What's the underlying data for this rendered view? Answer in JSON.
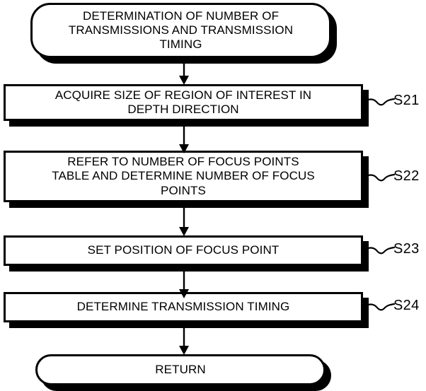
{
  "diagram": {
    "title": "Flowchart: determination of number of transmissions and transmission timing",
    "stroke_color": "#000000",
    "fill_color": "#ffffff",
    "background": "#ffffff"
  },
  "nodes": [
    {
      "id": "start",
      "shape": "terminal",
      "text": "DETERMINATION OF NUMBER OF\nTRANSMISSIONS AND TRANSMISSION\nTIMING",
      "step": ""
    },
    {
      "id": "s21",
      "shape": "process",
      "text": "ACQUIRE SIZE OF REGION OF INTEREST IN\nDEPTH DIRECTION",
      "step": "S21"
    },
    {
      "id": "s22",
      "shape": "process",
      "text": "REFER TO NUMBER OF FOCUS POINTS\nTABLE AND DETERMINE NUMBER OF FOCUS\nPOINTS",
      "step": "S22"
    },
    {
      "id": "s23",
      "shape": "process",
      "text": "SET POSITION OF FOCUS POINT",
      "step": "S23"
    },
    {
      "id": "s24",
      "shape": "process",
      "text": "DETERMINE TRANSMISSION TIMING",
      "step": "S24"
    },
    {
      "id": "return",
      "shape": "terminal",
      "text": "RETURN",
      "step": ""
    }
  ],
  "connectors": [
    {
      "from": "start",
      "to": "s21",
      "type": "arrow-down"
    },
    {
      "from": "s21",
      "to": "s22",
      "type": "arrow-down"
    },
    {
      "from": "s22",
      "to": "s23",
      "type": "arrow-down"
    },
    {
      "from": "s23",
      "to": "s24",
      "type": "arrow-down"
    },
    {
      "from": "s24",
      "to": "return",
      "type": "arrow-down"
    }
  ]
}
